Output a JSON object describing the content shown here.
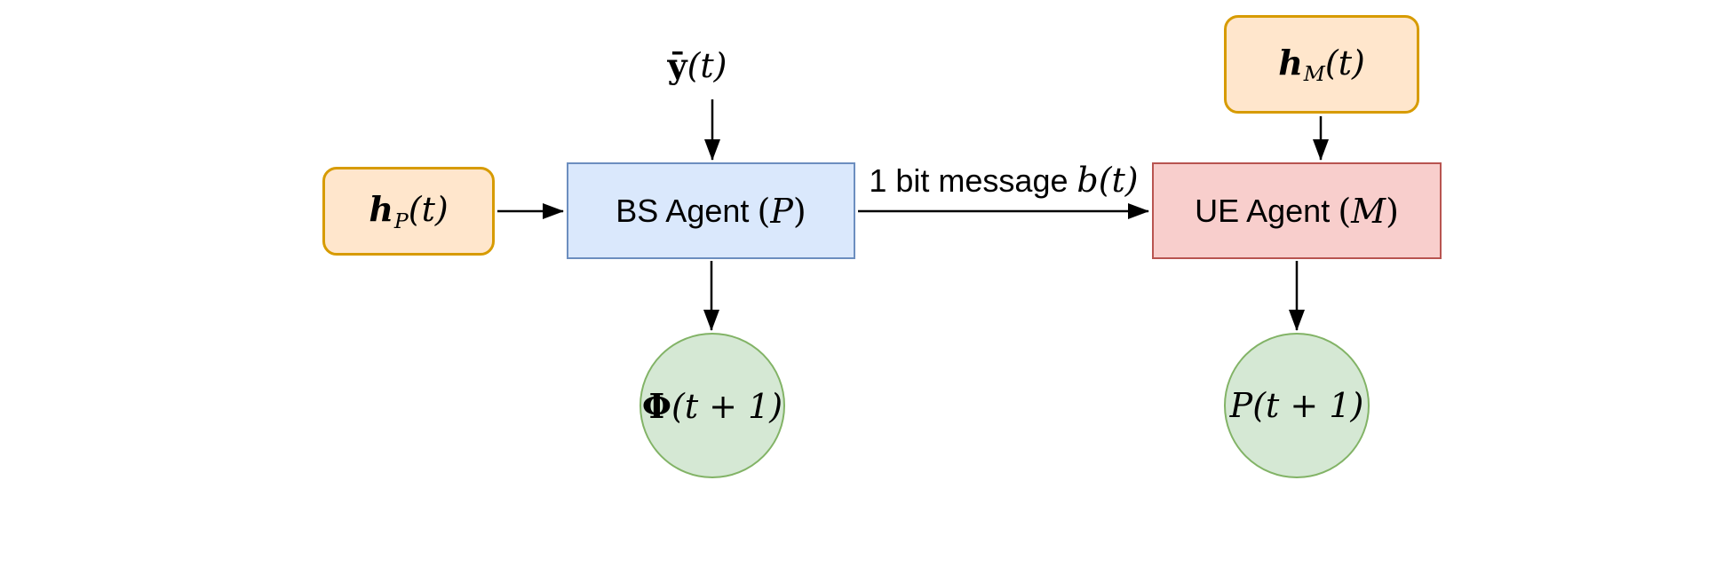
{
  "palette": {
    "background": "#ffffff",
    "text_color": "#000000",
    "arrow_color": "#000000",
    "orange_fill": "#FFE6CC",
    "orange_stroke": "#D79B00",
    "blue_fill": "#DAE8FC",
    "blue_stroke": "#6C8EBF",
    "red_fill": "#F8CECC",
    "red_stroke": "#B85450",
    "green_fill": "#D5E8D4",
    "green_stroke": "#82B366"
  },
  "h_p_box": {
    "base": "h",
    "sub": "P",
    "suffix": "(t)"
  },
  "h_m_box": {
    "base": "h",
    "sub": "M",
    "suffix": "(t)"
  },
  "y_input": {
    "base": "ȳ",
    "suffix": "(t)"
  },
  "bs_box": {
    "name": "BS Agent",
    "open": "(",
    "letter": "P",
    "close": ")"
  },
  "ue_box": {
    "name": "UE Agent",
    "open": "(",
    "letter": "M",
    "close": ")"
  },
  "message": {
    "text": "1 bit message",
    "math": "b(t)"
  },
  "phi_output": {
    "sym": "Φ",
    "suffix": "(t + 1)"
  },
  "p_output": {
    "sym": "P",
    "suffix": "(t + 1)"
  }
}
